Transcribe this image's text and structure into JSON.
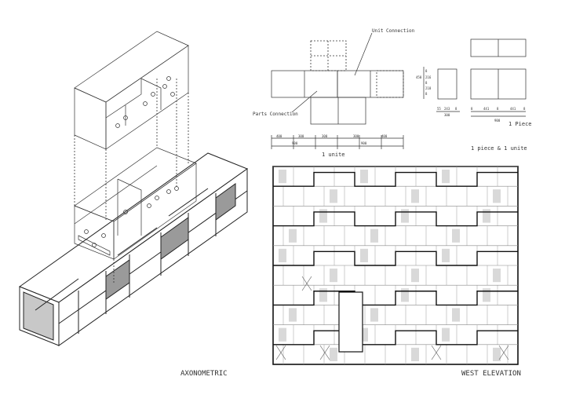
{
  "labels": {
    "axonometric": "AXONOMETRIC",
    "west_elevation": "WEST ELEVATION",
    "unit_connection": "Unit Connection",
    "parts_connection": "Parts Connection",
    "one_unite": "1 unite",
    "one_piece": "1 Piece",
    "one_piece_and_unite": "1 piece & 1 unite"
  },
  "dimensions": {
    "unite_row1": [
      "400",
      "300",
      "300",
      "300",
      "400"
    ],
    "unite_row2": [
      "900",
      "900"
    ],
    "piece_side": [
      "55",
      "243",
      "8"
    ],
    "piece_side_total": "300",
    "piece_front": [
      "8",
      "441",
      "8",
      "441",
      "8"
    ],
    "piece_front_total": "900",
    "vertical": [
      "450",
      "8",
      "216",
      "8",
      "218",
      "8"
    ]
  }
}
